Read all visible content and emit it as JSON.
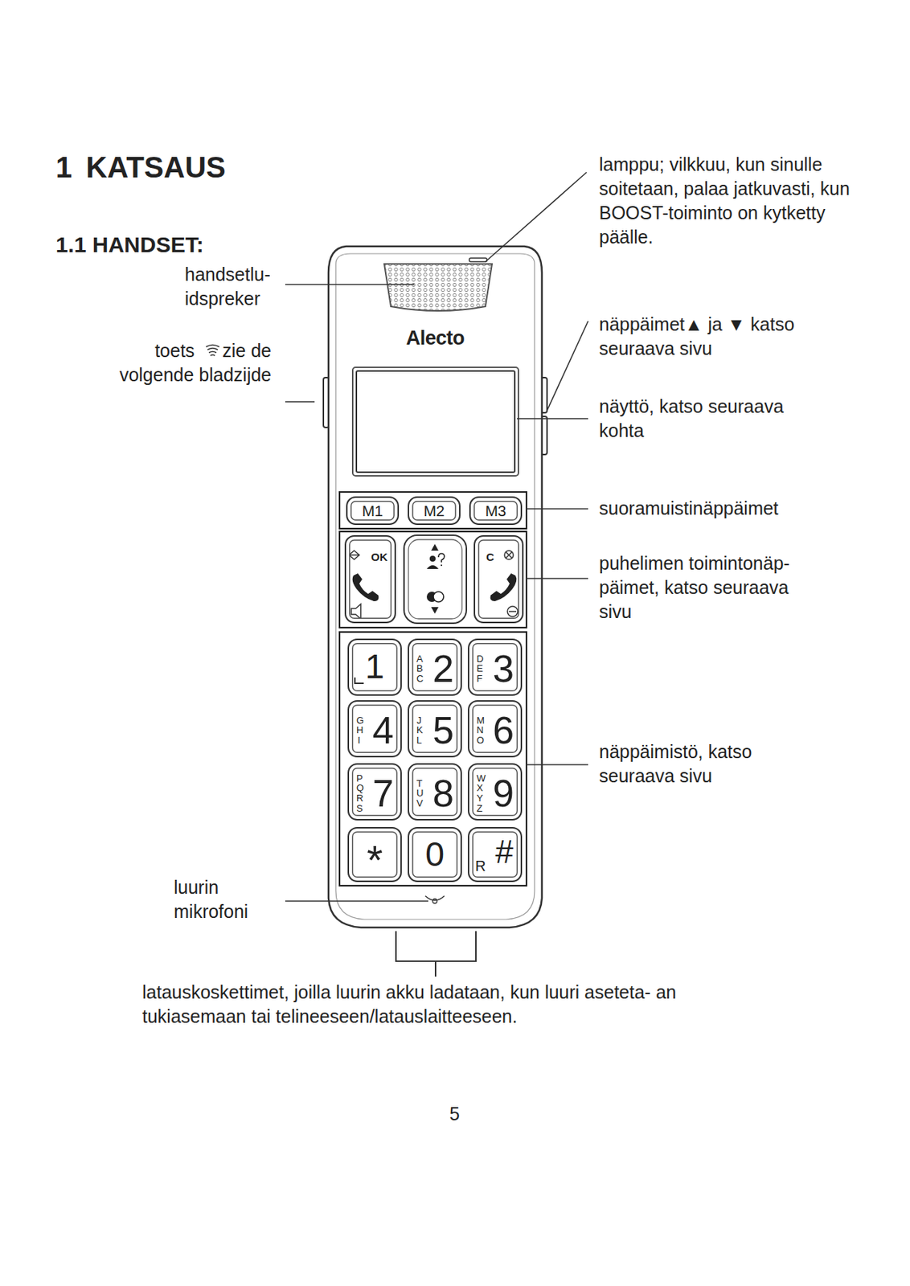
{
  "diagram": {
    "title": "1 KATSAUS",
    "nodes": [
      {
        "text": [
          "Alecto"
        ]
      },
      {
        "text": [
          "M1"
        ],
        "in": 0
      },
      {
        "text": [
          "M2"
        ],
        "in": 0
      },
      {
        "text": [
          "M3"
        ],
        "in": 0
      },
      {
        "text": [
          "OK"
        ],
        "in": 0
      },
      {
        "text": [
          "C"
        ],
        "in": 0
      },
      {
        "text": [
          "1"
        ],
        "in": 0
      },
      {
        "text": [
          "ABC",
          "2"
        ],
        "in": 0
      },
      {
        "text": [
          "DEF",
          "3"
        ],
        "in": 0
      },
      {
        "text": [
          "GHI",
          "4"
        ],
        "in": 0
      },
      {
        "text": [
          "JKL",
          "5"
        ],
        "in": 0
      },
      {
        "text": [
          "MNO",
          "6"
        ],
        "in": 0
      },
      {
        "text": [
          "PQRS",
          "7"
        ],
        "in": 0
      },
      {
        "text": [
          "TUV",
          "8"
        ],
        "in": 0
      },
      {
        "text": [
          "WXYZ",
          "9"
        ],
        "in": 0
      },
      {
        "text": [
          "*"
        ],
        "in": 0
      },
      {
        "text": [
          "0"
        ],
        "in": 0
      },
      {
        "text": [
          "R",
          "#"
        ],
        "in": 0
      }
    ],
    "labels": [
      "1.1 HANDSET:",
      "lamppu; vilkkuu, kun sinulle soitetaan, palaa jatkuvasti, kun BOOST-toiminto on kytketty päälle.",
      "handsetlu- idspreker",
      "toets",
      "zie de volgende bladzijde",
      "näppäimet▲ ja ▼ katso seuraava sivu",
      "näyttö, katso seuraava kohta",
      "suoramuistinäppäimet",
      "puhelimen toimintonäp- päimet, katso seuraava sivu",
      "näppäimistö, katso seuraava sivu",
      "luurin mikrofoni",
      "latauskoskettimet, joilla luurin akku ladataan, kun luuri aseteta- an tukiasemaan tai telineeseen/latauslaitteeseen.",
      "5"
    ]
  }
}
